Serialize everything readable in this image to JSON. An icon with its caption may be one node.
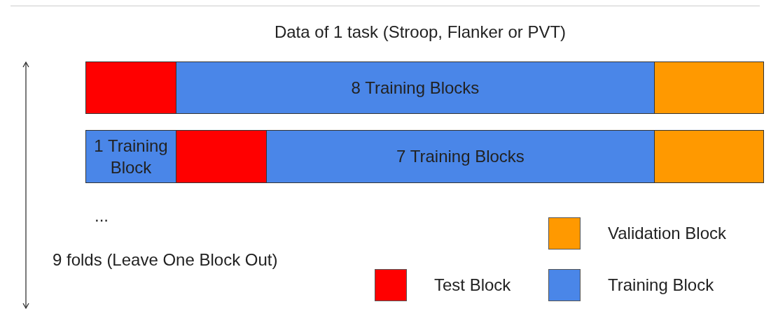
{
  "diagram": {
    "title": "Data of 1 task (Stroop, Flanker or PVT)",
    "nodes": [
      {
        "text": [],
        "shape": "box"
      },
      {
        "text": [
          "8 Training Blocks"
        ]
      },
      {
        "text": [],
        "shape": "box"
      },
      {
        "text": [
          "1 Training Block"
        ]
      },
      {
        "text": [],
        "shape": "box"
      },
      {
        "text": [
          "7 Training Blocks"
        ]
      },
      {
        "text": [],
        "shape": "box"
      }
    ],
    "edges": [],
    "labels": [
      "...",
      "9 folds (Leave One Block Out)"
    ],
    "legend": [
      {
        "text": "Validation Block",
        "color": "#ff9900"
      },
      {
        "text": "Test Block",
        "color": "#ff0000"
      },
      {
        "text": "Training Block",
        "color": "#4a86e8"
      }
    ]
  }
}
